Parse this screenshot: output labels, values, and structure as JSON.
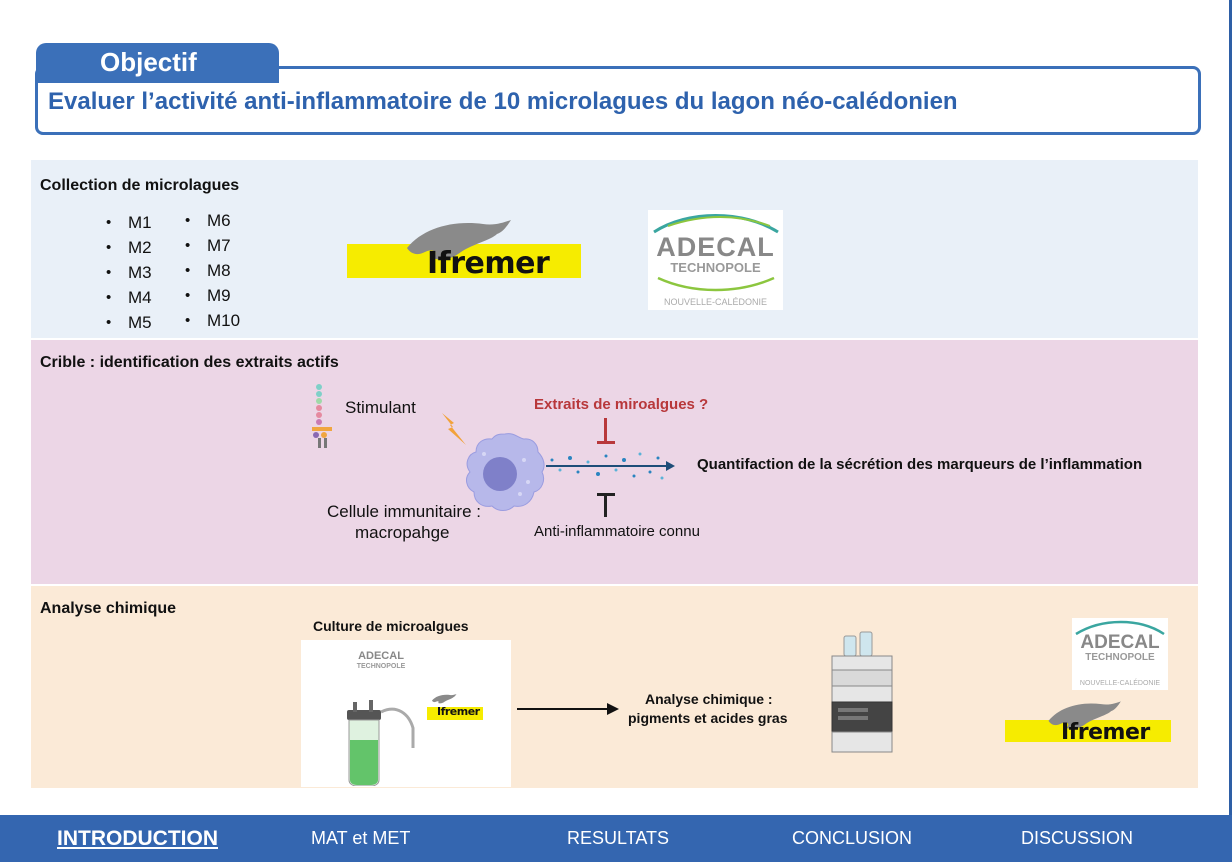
{
  "objective": {
    "tab_label": "Objectif",
    "text": "Evaluer l’activité anti-inflammatoire de 10 microlagues du lagon néo-calédonien"
  },
  "collection": {
    "title": "Collection de microlagues",
    "col1": [
      "M1",
      "M2",
      "M3",
      "M4",
      "M5"
    ],
    "col2": [
      "M6",
      "M7",
      "M8",
      "M9",
      "M10"
    ]
  },
  "logos": {
    "ifremer": "Ifremer",
    "adecal_line1": "ADECAL",
    "adecal_line2": "TECHNOPOLE",
    "adecal_line3": "NOUVELLE-CALÉDONIE"
  },
  "screen": {
    "title": "Crible : identification des extraits actifs",
    "stimulant": "Stimulant",
    "extracts": "Extraits de miroalgues ?",
    "quantification": "Quantifaction de la sécrétion des marqueurs de l’inflammation",
    "cell_line1": "Cellule immunitaire :",
    "cell_line2": "macropahge",
    "known": "Anti-inflammatoire connu"
  },
  "chem": {
    "title": "Analyse chimique",
    "culture": "Culture de microalgues",
    "analysis_line1": "Analyse chimique :",
    "analysis_line2": "pigments et acides gras"
  },
  "colors": {
    "accent": "#3b70b9",
    "extract_red": "#b8383b",
    "ifremer_yellow": "#f6ec00"
  },
  "nav": {
    "items": [
      "INTRODUCTION",
      "MAT et MET",
      "RESULTATS",
      "CONCLUSION",
      "DISCUSSION"
    ],
    "active": "INTRODUCTION"
  }
}
